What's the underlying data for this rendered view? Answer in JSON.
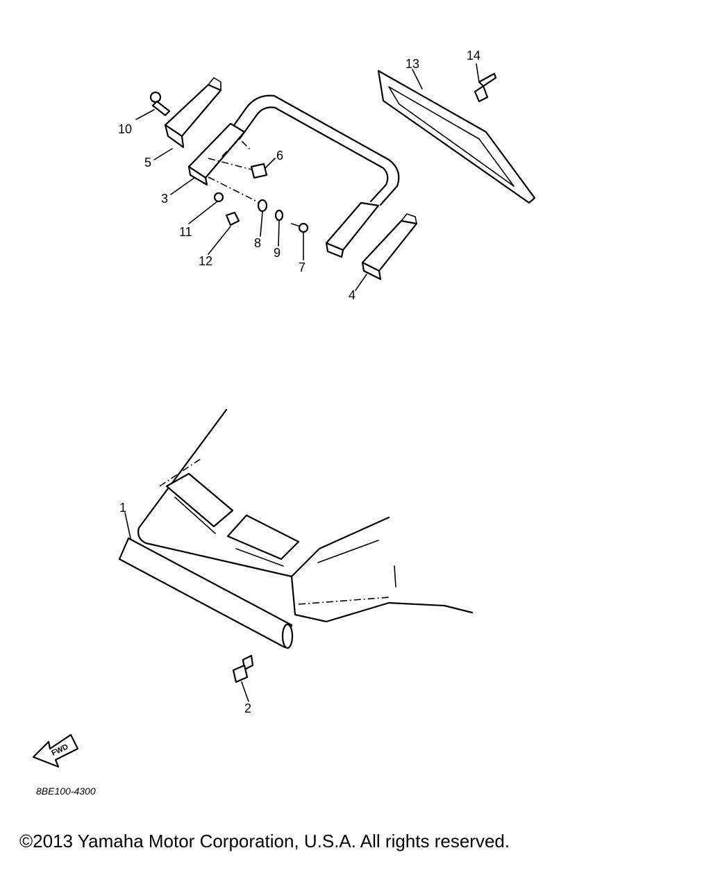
{
  "callouts": [
    "1",
    "2",
    "3",
    "4",
    "5",
    "6",
    "7",
    "8",
    "9",
    "10",
    "11",
    "12",
    "13",
    "14"
  ],
  "fwd_label": "FWD",
  "diagram_code": "8BE100-4300",
  "copyright": "©2013 Yamaha Motor Corporation, U.S.A. All rights reserved."
}
